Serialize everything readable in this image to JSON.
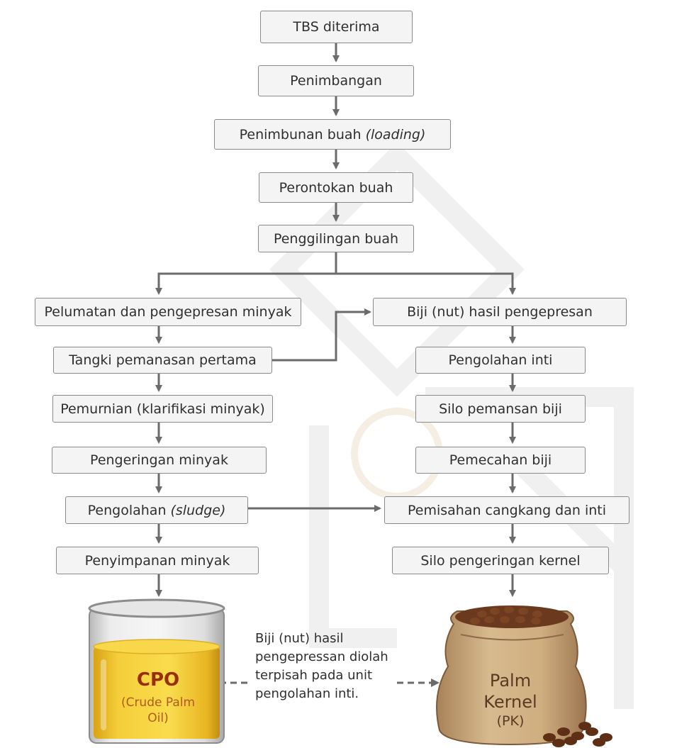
{
  "nodes": {
    "tbs": "TBS diterima",
    "penimbangan": "Penimbangan",
    "penimbunan": "Penimbunan buah",
    "penimbunan_em": "(loading)",
    "perontokan": "Perontokan buah",
    "penggilingan": "Penggilingan buah",
    "pelumatan": "Pelumatan dan pengepresan minyak",
    "tangki": "Tangki pemanasan pertama",
    "pemurnian": "Pemurnian (klarifikasi minyak)",
    "pengeringan": "Pengeringan minyak",
    "pengolahan": "Pengolahan",
    "pengolahan_em": "(sludge)",
    "penyimpanan": "Penyimpanan minyak",
    "biji": "Biji (nut) hasil pengepresan",
    "pengolahan_inti": "Pengolahan inti",
    "silo_pemanasan": "Silo pemansan biji",
    "pemecahan": "Pemecahan biji",
    "pemisahan": "Pemisahan cangkang dan inti",
    "silo_pengeringan": "Silo pengeringan kernel"
  },
  "note": [
    "Biji (nut) hasil",
    "pengepressan  diolah",
    "terpisah pada unit",
    "pengolahan inti."
  ],
  "cpo": {
    "title": "CPO",
    "sub1": "(Crude Palm",
    "sub2": "Oil)"
  },
  "pk": {
    "title1": "Palm",
    "title2": "Kernel",
    "sub": "(PK)"
  },
  "colors": {
    "box_fill": "#f4f4f4",
    "box_border": "#8a8a8a",
    "arrow": "#6b6b6b",
    "oil": "#f2c428",
    "sack": "#c9a77c"
  }
}
